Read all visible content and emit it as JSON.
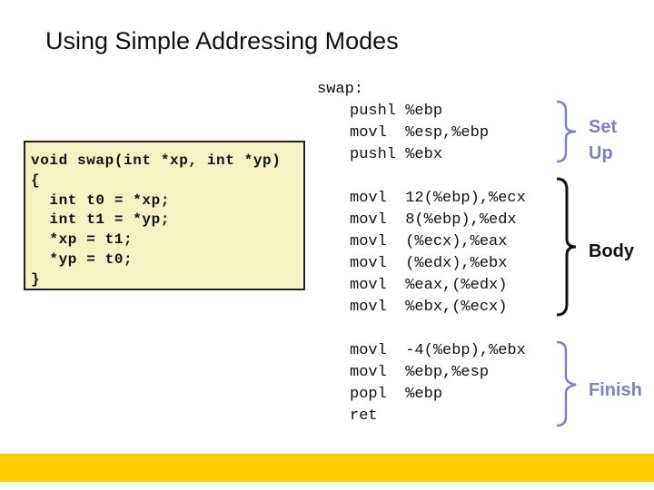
{
  "title": "Using Simple Addressing Modes",
  "c_code": [
    "void swap(int *xp, int *yp)",
    "{",
    "  int t0 = *xp;",
    "  int t1 = *yp;",
    "  *xp = t1;",
    "  *yp = t0;",
    "}"
  ],
  "asm": {
    "label": "swap:",
    "setup": [
      "pushl %ebp",
      "movl  %esp,%ebp",
      "pushl %ebx"
    ],
    "body": [
      "movl  12(%ebp),%ecx",
      "movl  8(%ebp),%edx",
      "movl  (%ecx),%eax",
      "movl  (%edx),%ebx",
      "movl  %eax,(%edx)",
      "movl  %ebx,(%ecx)"
    ],
    "finish": [
      "movl  -4(%ebp),%ebx",
      "movl  %ebp,%esp",
      "popl  %ebp",
      "ret"
    ]
  },
  "sections": {
    "setup": [
      "Set",
      "Up"
    ],
    "body": "Body",
    "finish": "Finish"
  },
  "colors": {
    "accent_purple": "#7f7fc4",
    "band_yellow": "#ffcc00",
    "code_bg": "#f7f2c4"
  }
}
